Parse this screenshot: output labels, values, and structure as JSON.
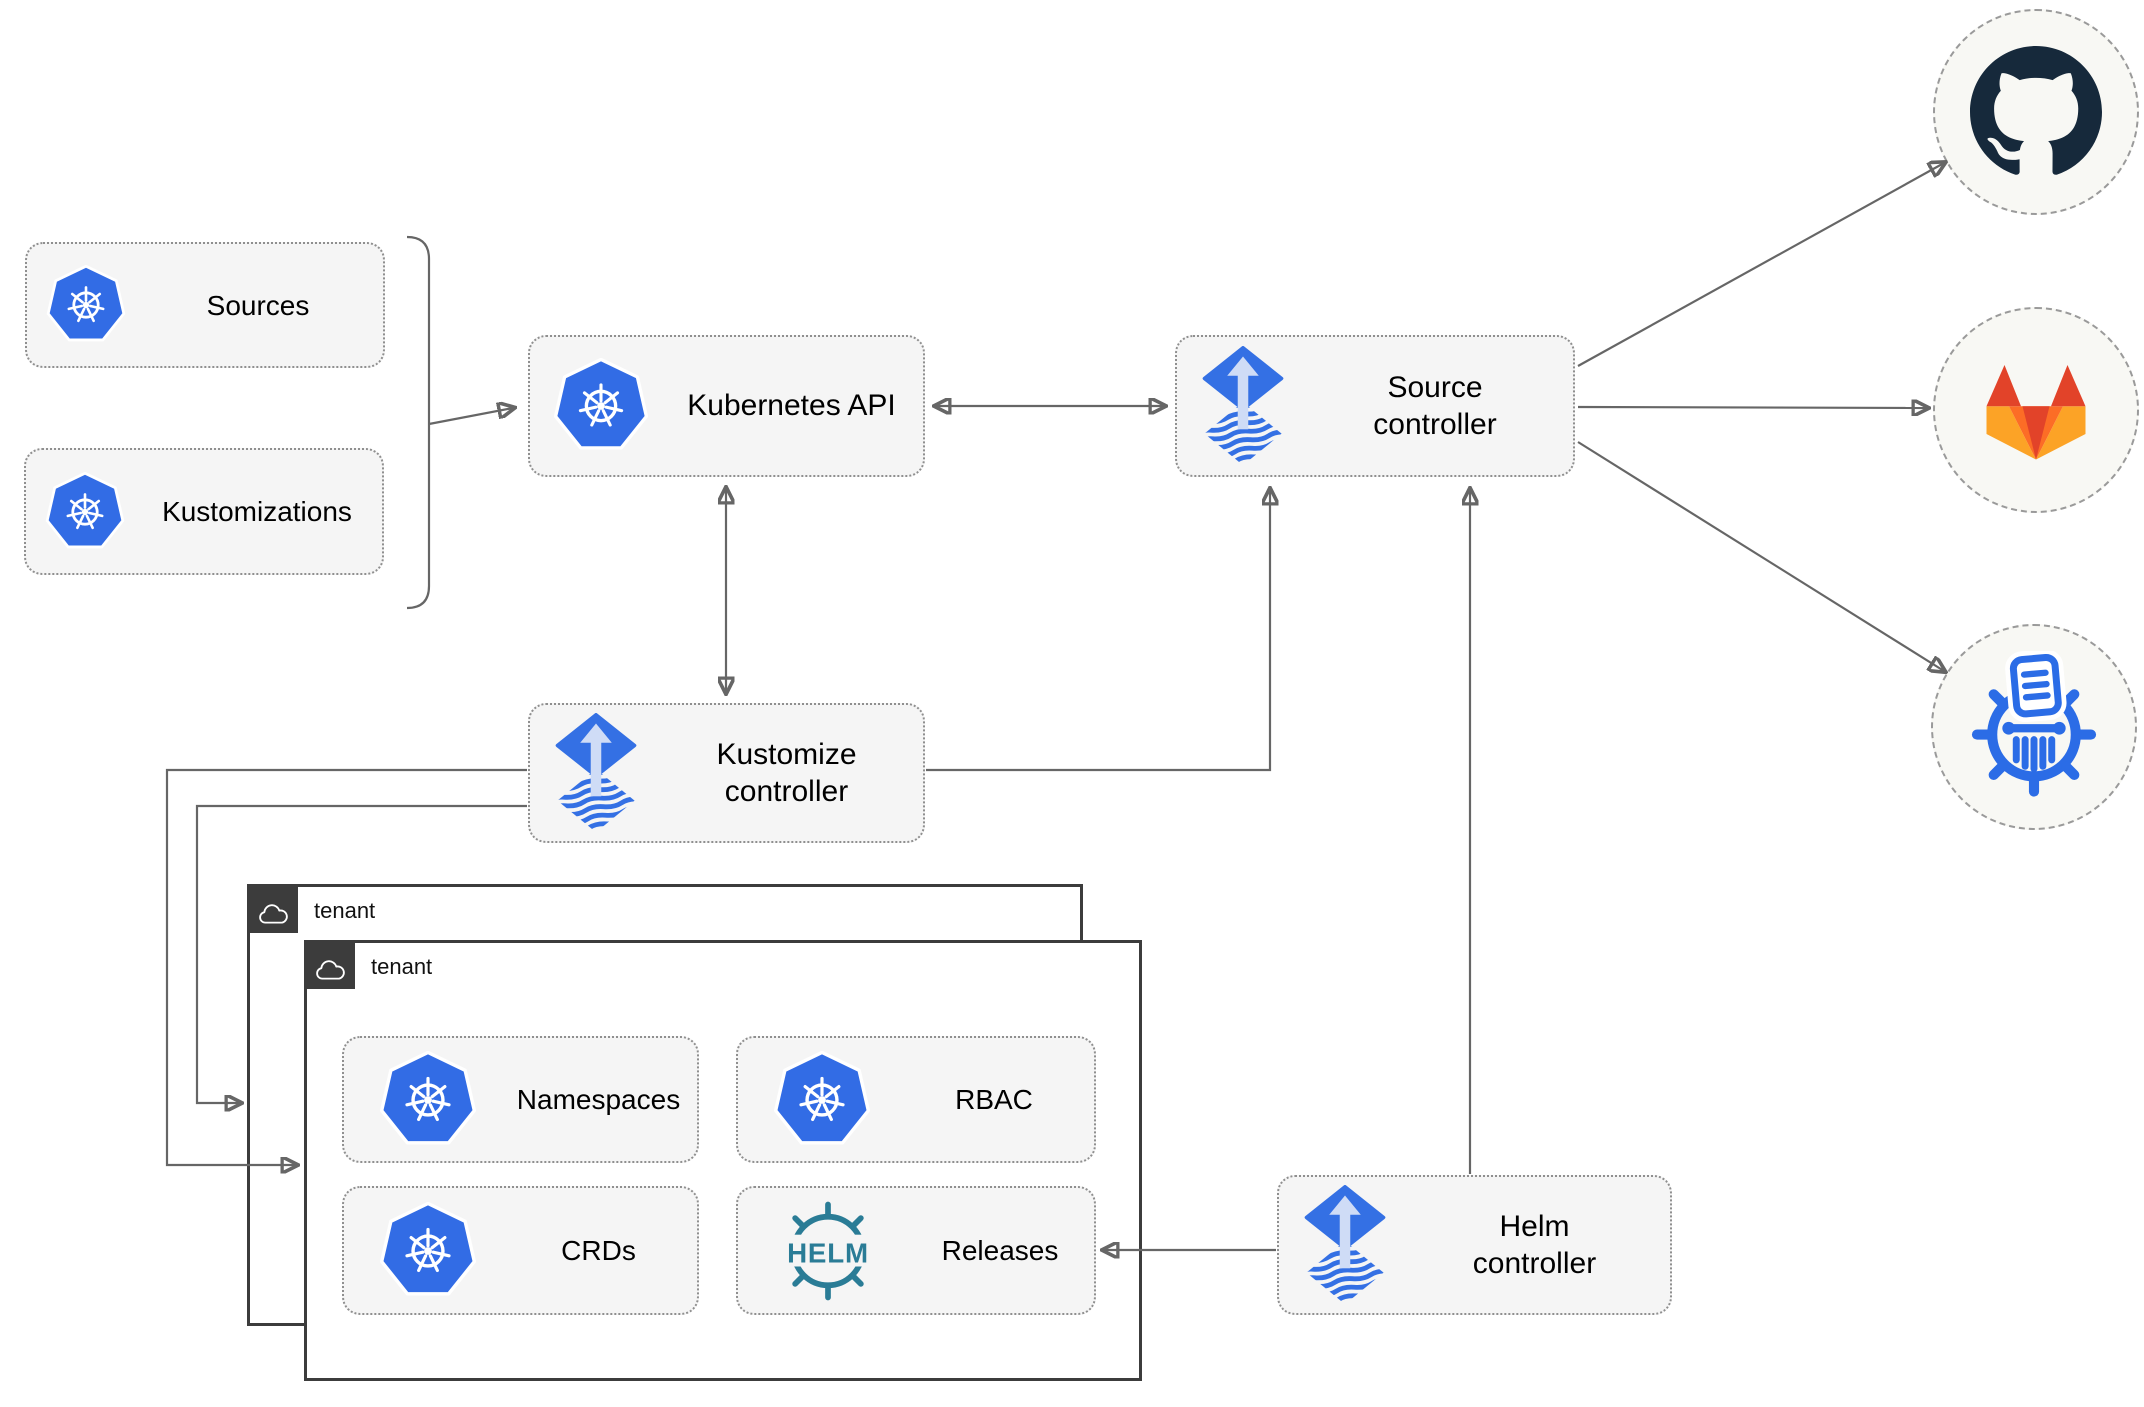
{
  "title": "Flux GitOps architecture diagram",
  "colors": {
    "kubernetes_blue": "#326ce5",
    "flux_blue": "#3470e4",
    "flux_arrow_light": "#cfdcf6",
    "helm_teal": "#2a7c96",
    "chartmuseum_blue": "#2b6ce6",
    "github_dark": "#16293b",
    "gitlab_red": "#e24329",
    "gitlab_orange": "#fc6d26",
    "gitlab_yellow": "#fca326",
    "node_fill": "#f5f5f5",
    "node_border": "#8f8f8f",
    "connector_gray": "#666666",
    "tenant_border": "#3c3c3c"
  },
  "nodes": {
    "sources": {
      "label": "Sources",
      "icon": "kubernetes-icon"
    },
    "kustomizations": {
      "label": "Kustomizations",
      "icon": "kubernetes-icon"
    },
    "kubernetes_api": {
      "label": "Kubernetes API",
      "icon": "kubernetes-icon"
    },
    "source_controller": {
      "label": "Source controller",
      "icon": "flux-icon"
    },
    "kustomize_controller": {
      "label": "Kustomize controller",
      "icon": "flux-icon"
    },
    "helm_controller": {
      "label": "Helm controller",
      "icon": "flux-icon"
    },
    "tenant_outer": {
      "label": "tenant",
      "icon": "cloud-icon"
    },
    "tenant_inner": {
      "label": "tenant",
      "icon": "cloud-icon"
    },
    "namespaces": {
      "label": "Namespaces",
      "icon": "kubernetes-icon"
    },
    "rbac": {
      "label": "RBAC",
      "icon": "kubernetes-icon"
    },
    "crds": {
      "label": "CRDs",
      "icon": "kubernetes-icon"
    },
    "releases": {
      "label": "Releases",
      "icon": "helm-icon",
      "icon_text": "HELM"
    }
  },
  "endpoints": {
    "github": {
      "icon": "github-icon"
    },
    "gitlab": {
      "icon": "gitlab-icon"
    },
    "chartmuseum": {
      "icon": "chartmuseum-icon"
    }
  }
}
